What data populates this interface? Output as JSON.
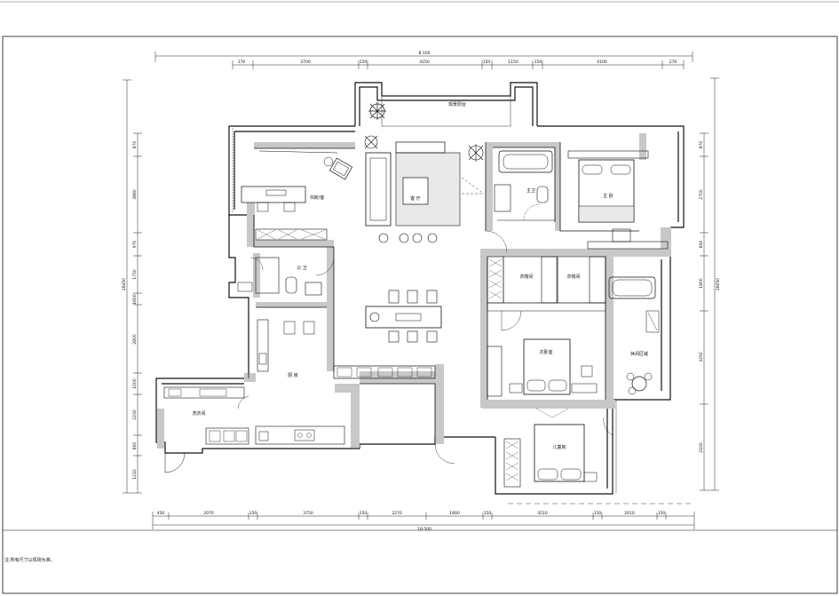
{
  "dims": {
    "top_total": "8·100",
    "top_segments": [
      "170",
      "3700",
      "150",
      "4250",
      "150",
      "1150",
      "150",
      "4100",
      "270"
    ],
    "bottom_total": "18·500",
    "bottom_segments": [
      "450",
      "2070",
      "150",
      "3750",
      "150",
      "2270",
      "1800",
      "150",
      "3510",
      "150",
      "2010",
      "150"
    ],
    "left_total": "16450",
    "left_segments": [
      "870",
      "3860",
      "970",
      "1750",
      "1600",
      "2800",
      "1000",
      "2230",
      "800",
      "1210"
    ],
    "right_total": "16050",
    "right_segments": [
      "870",
      "2700",
      "600",
      "1800",
      "3250",
      "2100"
    ]
  },
  "rooms": {
    "balcony": "观景阳台",
    "study": "书房/客",
    "living": "客 厅",
    "master_bath": "主卫",
    "master_bed": "主 卧",
    "guest_bath": "公 卫",
    "closet_1": "衣帽间",
    "closet_2": "衣帽间",
    "kitchen": "厨 房",
    "second_bed": "次卧室",
    "leisure": "休闲区域",
    "laundry": "洗衣间",
    "kids_bed": "儿童房"
  },
  "footer_note": "注:所有尺寸以现场为准。"
}
